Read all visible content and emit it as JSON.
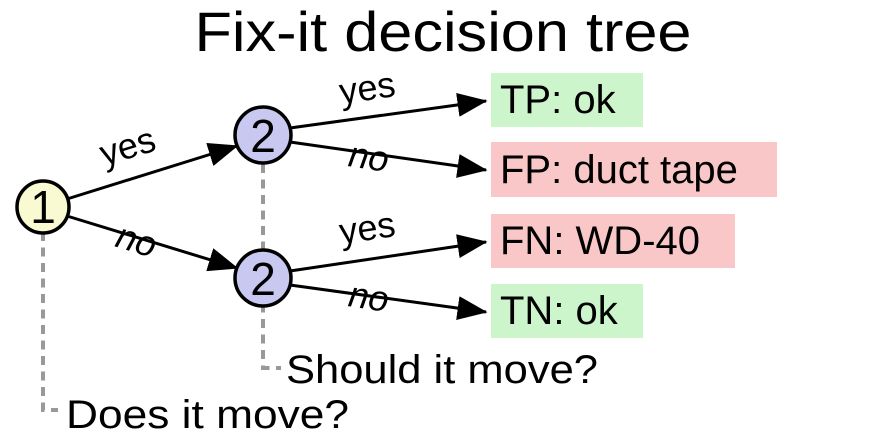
{
  "title": "Fix-it decision tree",
  "nodes": [
    {
      "id": "1",
      "label": "1",
      "question": "Does it move?"
    },
    {
      "id": "2a",
      "label": "2",
      "question": "Should it move?"
    },
    {
      "id": "2b",
      "label": "2"
    }
  ],
  "edges": [
    {
      "from": "1",
      "to": "2a",
      "label": "yes"
    },
    {
      "from": "1",
      "to": "2b",
      "label": "no"
    },
    {
      "from": "2a",
      "to": "TP",
      "label": "yes"
    },
    {
      "from": "2a",
      "to": "FP",
      "label": "no"
    },
    {
      "from": "2b",
      "to": "FN",
      "label": "yes"
    },
    {
      "from": "2b",
      "to": "TN",
      "label": "no"
    }
  ],
  "leaves": [
    {
      "label": "TP: ok",
      "tone": "good"
    },
    {
      "label": "FP: duct tape",
      "tone": "bad"
    },
    {
      "label": "FN: WD-40",
      "tone": "bad"
    },
    {
      "label": "TN: ok",
      "tone": "good"
    }
  ],
  "colors": {
    "root_node": "#fafad2",
    "decision_node": "#c8c8f0",
    "good_outcome": "#ccf5cc",
    "bad_outcome": "#f9c7c7",
    "dashed_line": "#999999"
  }
}
